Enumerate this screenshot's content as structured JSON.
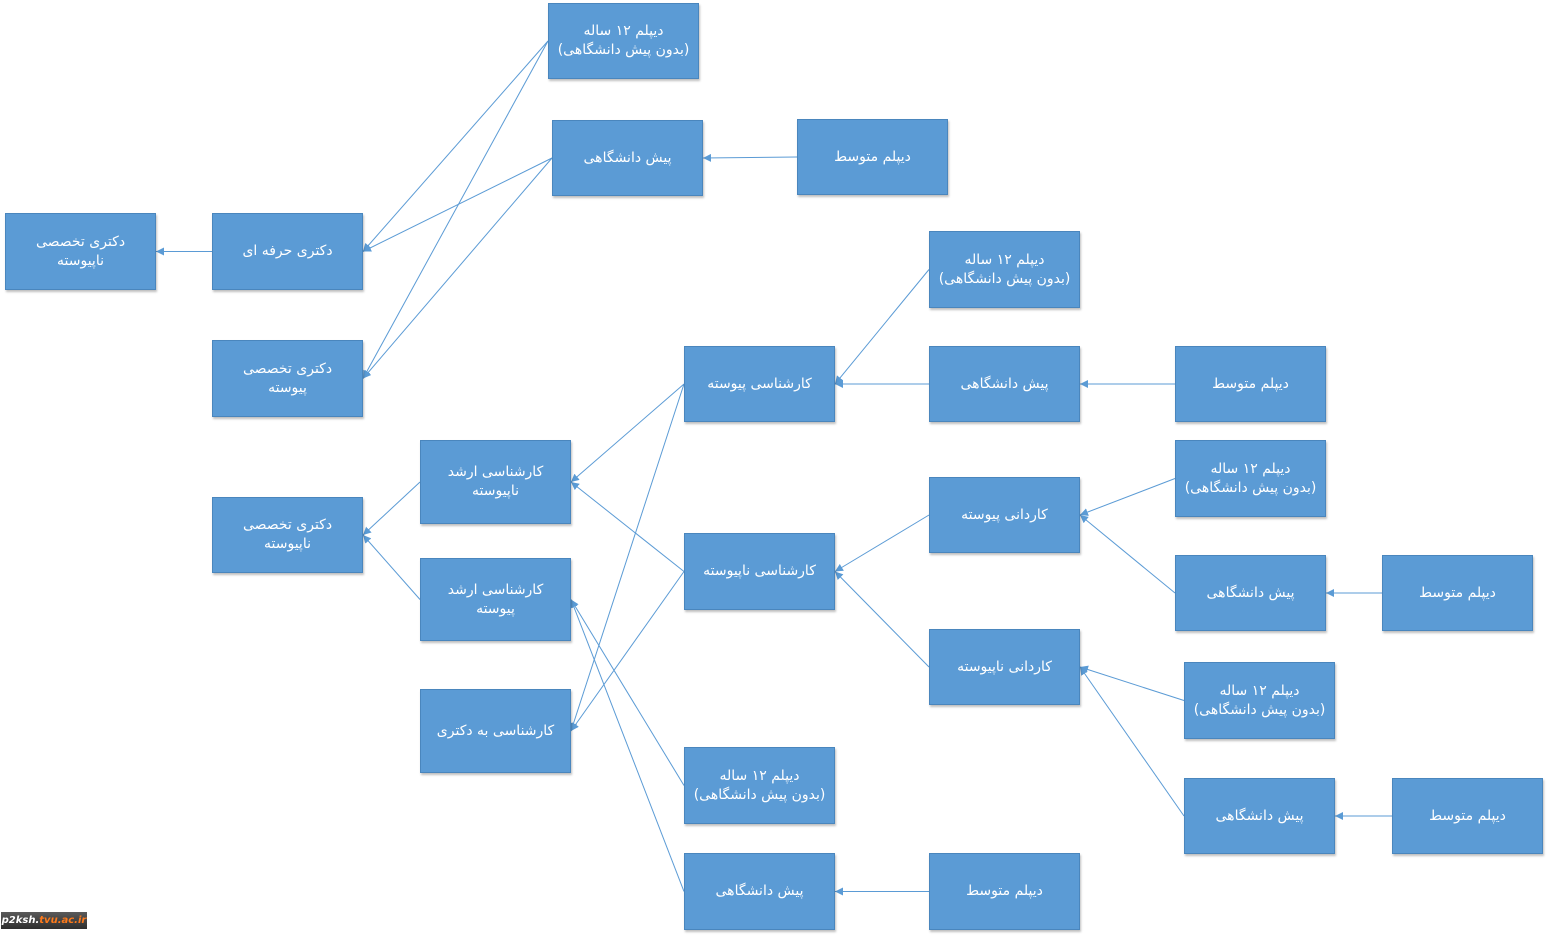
{
  "nodes": [
    {
      "id": "dr_phd_non_continuous",
      "label": "دکتری تخصصی\nناپیوسته"
    },
    {
      "id": "professional_doctorate",
      "label": "دکتری حرفه ای"
    },
    {
      "id": "dr_phd_continuous",
      "label": "دکتری تخصصی\nپیوسته"
    },
    {
      "id": "dr_phd_non_continuous_2",
      "label": "دکتری تخصصی\nناپیوسته"
    },
    {
      "id": "diploma12_top",
      "label": "دیپلم ۱۲ ساله\n(بدون پیش دانشگاهی)"
    },
    {
      "id": "preuni_top",
      "label": "پیش دانشگاهی"
    },
    {
      "id": "hs_diploma_top",
      "label": "دیپلم متوسط"
    },
    {
      "id": "msc_non_continuous",
      "label": "کارشناسی ارشد\nناپیوسته"
    },
    {
      "id": "msc_continuous",
      "label": "کارشناسی ارشد پیوسته"
    },
    {
      "id": "bsc_to_phd",
      "label": "کارشناسی به دکتری"
    },
    {
      "id": "bsc_continuous",
      "label": "کارشناسی پیوسته"
    },
    {
      "id": "bsc_non_continuous",
      "label": "کارشناسی ناپیوسته"
    },
    {
      "id": "diploma12_bottom",
      "label": "دیپلم ۱۲ ساله\n(بدون پیش دانشگاهی)"
    },
    {
      "id": "preuni_bottom",
      "label": "پیش دانشگاهی"
    },
    {
      "id": "diploma12_bsc",
      "label": "دیپلم ۱۲ ساله\n(بدون پیش دانشگاهی)"
    },
    {
      "id": "preuni_bsc",
      "label": "پیش دانشگاهی"
    },
    {
      "id": "assoc_continuous",
      "label": "کاردانی پیوسته"
    },
    {
      "id": "assoc_non_continuous",
      "label": "کاردانی ناپیوسته"
    },
    {
      "id": "hs_diploma_bottom",
      "label": "دیپلم متوسط"
    },
    {
      "id": "hs_diploma_bsc",
      "label": "دیپلم متوسط"
    },
    {
      "id": "diploma12_assoc1",
      "label": "دیپلم ۱۲ ساله\n(بدون پیش دانشگاهی)"
    },
    {
      "id": "preuni_assoc1",
      "label": "پیش دانشگاهی"
    },
    {
      "id": "diploma12_assoc2",
      "label": "دیپلم ۱۲ ساله\n(بدون پیش دانشگاهی)"
    },
    {
      "id": "preuni_assoc2",
      "label": "پیش دانشگاهی"
    },
    {
      "id": "hs_diploma_assoc1",
      "label": "دیپلم متوسط"
    },
    {
      "id": "hs_diploma_assoc2",
      "label": "دیپلم متوسط"
    }
  ],
  "edges": [
    {
      "from": "professional_doctorate",
      "to": "dr_phd_non_continuous"
    },
    {
      "from": "diploma12_top",
      "to": "professional_doctorate"
    },
    {
      "from": "preuni_top",
      "to": "professional_doctorate"
    },
    {
      "from": "diploma12_top",
      "to": "dr_phd_continuous"
    },
    {
      "from": "preuni_top",
      "to": "dr_phd_continuous"
    },
    {
      "from": "hs_diploma_top",
      "to": "preuni_top"
    },
    {
      "from": "msc_non_continuous",
      "to": "dr_phd_non_continuous_2"
    },
    {
      "from": "msc_continuous",
      "to": "dr_phd_non_continuous_2"
    },
    {
      "from": "bsc_continuous",
      "to": "msc_non_continuous"
    },
    {
      "from": "bsc_non_continuous",
      "to": "msc_non_continuous"
    },
    {
      "from": "bsc_continuous",
      "to": "bsc_to_phd"
    },
    {
      "from": "bsc_non_continuous",
      "to": "bsc_to_phd"
    },
    {
      "from": "diploma12_bottom",
      "to": "msc_continuous"
    },
    {
      "from": "preuni_bottom",
      "to": "msc_continuous"
    },
    {
      "from": "hs_diploma_bottom",
      "to": "preuni_bottom"
    },
    {
      "from": "diploma12_bsc",
      "to": "bsc_continuous"
    },
    {
      "from": "preuni_bsc",
      "to": "bsc_continuous"
    },
    {
      "from": "hs_diploma_bsc",
      "to": "preuni_bsc"
    },
    {
      "from": "assoc_continuous",
      "to": "bsc_non_continuous"
    },
    {
      "from": "assoc_non_continuous",
      "to": "bsc_non_continuous"
    },
    {
      "from": "diploma12_assoc1",
      "to": "assoc_continuous"
    },
    {
      "from": "preuni_assoc1",
      "to": "assoc_continuous"
    },
    {
      "from": "hs_diploma_assoc1",
      "to": "preuni_assoc1"
    },
    {
      "from": "diploma12_assoc2",
      "to": "assoc_non_continuous"
    },
    {
      "from": "preuni_assoc2",
      "to": "assoc_non_continuous"
    },
    {
      "from": "hs_diploma_assoc2",
      "to": "preuni_assoc2"
    }
  ],
  "watermark": {
    "prefix": "p2ksh.",
    "highlight": "tvu.ac.ir"
  },
  "colors": {
    "node_fill": "#5b9bd5",
    "edge": "#5b9bd5",
    "text": "#ffffff"
  }
}
